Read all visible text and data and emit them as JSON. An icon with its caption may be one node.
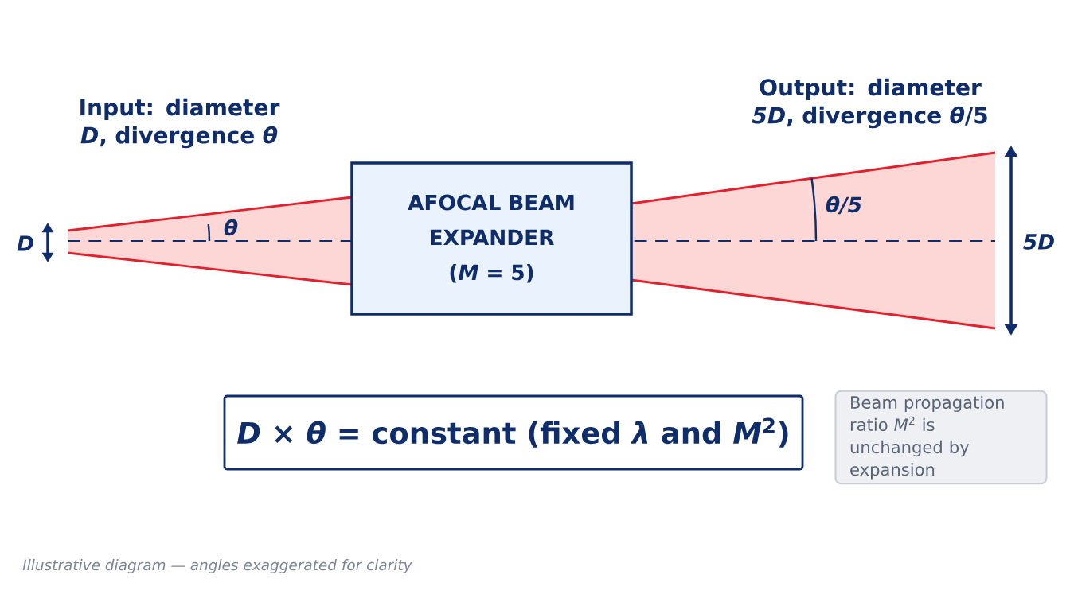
{
  "diagram": {
    "caption": "Illustrative diagram — angles exaggerated for clarity",
    "nodes": [
      {
        "text": [
          "AFOCAL BEAM EXPANDER (*M* = 5)"
        ]
      },
      {
        "text": [
          "*D* × *θ* = constant (fixed *λ* and *M*$^{2}$)"
        ]
      },
      {
        "text": [
          "Beam propagation ratio *M*$^{2}$ is unchanged by expansion"
        ]
      }
    ],
    "labels": [
      "Input: diameter *D*, divergence *θ*",
      "Output: diameter *5D*, divergence *θ*/5",
      "D",
      "θ",
      "θ/5",
      "5D"
    ]
  }
}
